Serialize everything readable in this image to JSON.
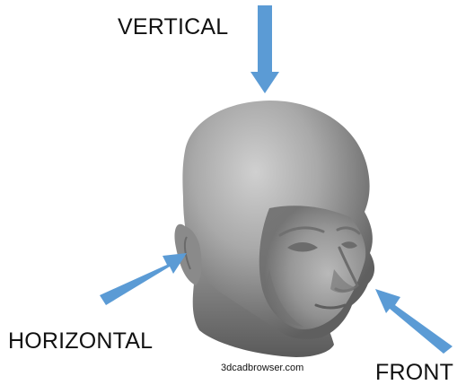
{
  "labels": {
    "vertical": "VERTICAL",
    "horizontal": "HORIZONTAL",
    "front": "FRONT"
  },
  "watermark": "3dcadbrowser.com",
  "colors": {
    "arrow": "#5b9bd5",
    "head_base": "#8c8c8c",
    "text": "#111111",
    "background": "#ffffff"
  }
}
